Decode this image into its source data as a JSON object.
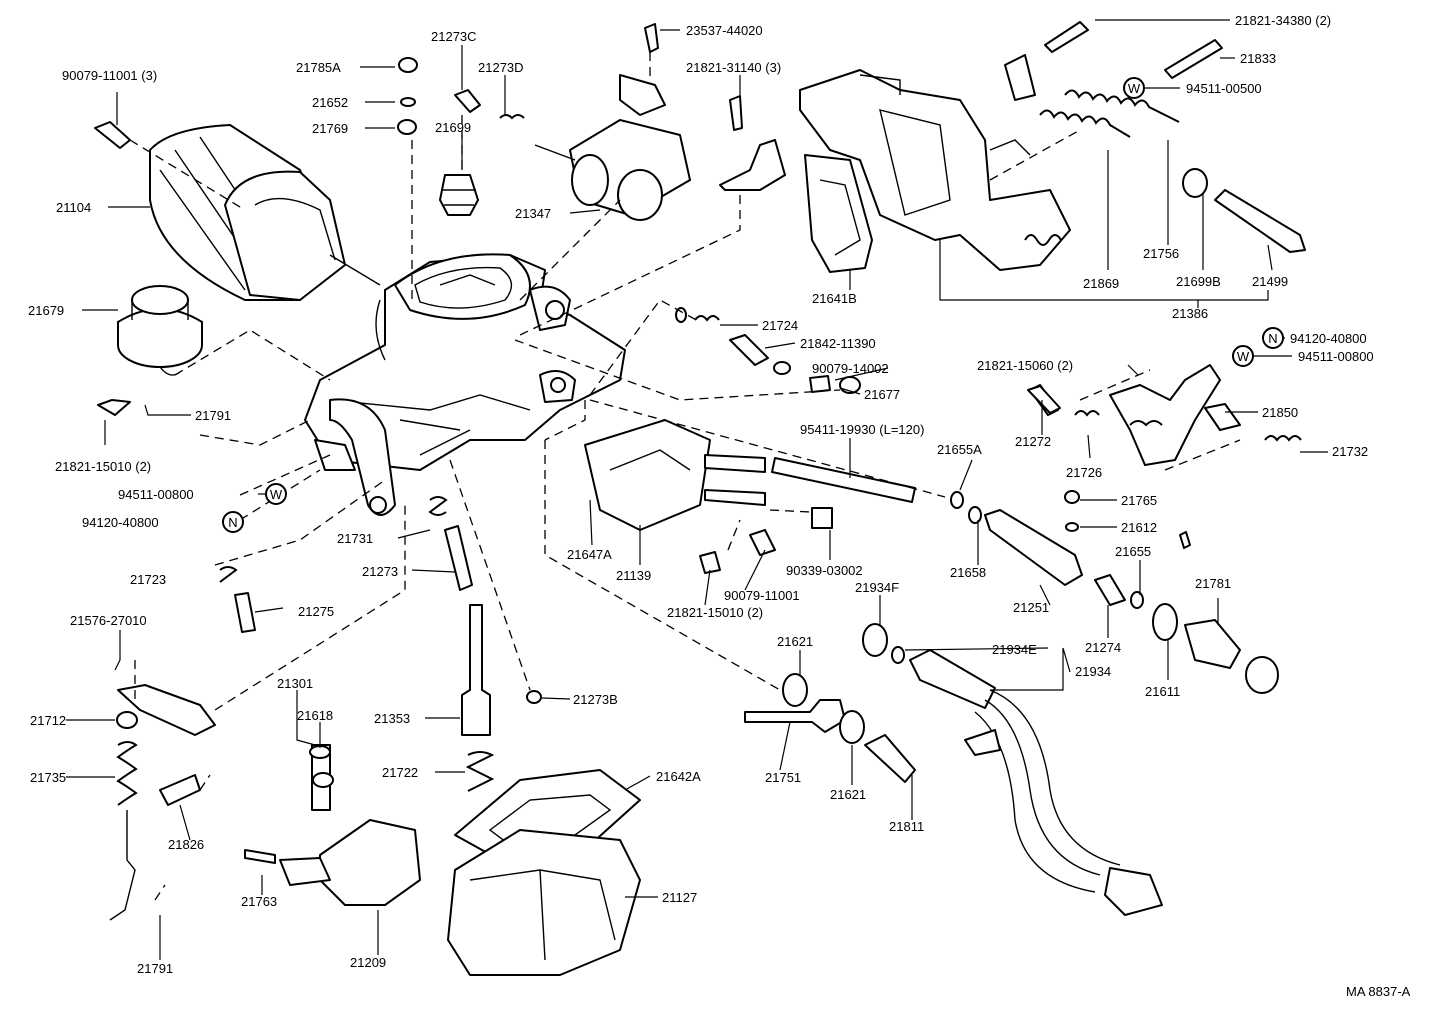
{
  "diagram": {
    "code": "MA 8837-A",
    "labels": [
      {
        "id": "l01",
        "text": "90079-11001 (3)"
      },
      {
        "id": "l02",
        "text": "21785A"
      },
      {
        "id": "l03",
        "text": "21273C"
      },
      {
        "id": "l04",
        "text": "21273D"
      },
      {
        "id": "l05",
        "text": "23537-44020"
      },
      {
        "id": "l06",
        "text": "21821-34380 (2)"
      },
      {
        "id": "l07",
        "text": "21833"
      },
      {
        "id": "l08",
        "text": "94511-00500"
      },
      {
        "id": "l09",
        "text": "21652"
      },
      {
        "id": "l10",
        "text": "21769"
      },
      {
        "id": "l11",
        "text": "21699"
      },
      {
        "id": "l12",
        "text": "21821-31140 (3)"
      },
      {
        "id": "l13",
        "text": "21104"
      },
      {
        "id": "l14",
        "text": "21347"
      },
      {
        "id": "l15",
        "text": "21756"
      },
      {
        "id": "l16",
        "text": "21869"
      },
      {
        "id": "l17",
        "text": "21699B"
      },
      {
        "id": "l18",
        "text": "21499"
      },
      {
        "id": "l19",
        "text": "21641B"
      },
      {
        "id": "l20",
        "text": "21386"
      },
      {
        "id": "l21",
        "text": "21679"
      },
      {
        "id": "l22",
        "text": "21724"
      },
      {
        "id": "l23",
        "text": "21842-11390"
      },
      {
        "id": "l24",
        "text": "94120-40800"
      },
      {
        "id": "l25",
        "text": "94511-00800"
      },
      {
        "id": "l26",
        "text": "90079-14002"
      },
      {
        "id": "l27",
        "text": "21821-15060 (2)"
      },
      {
        "id": "l28",
        "text": "21677"
      },
      {
        "id": "l29",
        "text": "21791"
      },
      {
        "id": "l30",
        "text": "21850"
      },
      {
        "id": "l31",
        "text": "21272"
      },
      {
        "id": "l32",
        "text": "95411-19930 (L=120)"
      },
      {
        "id": "l33",
        "text": "21821-15010 (2)"
      },
      {
        "id": "l34",
        "text": "21726"
      },
      {
        "id": "l35",
        "text": "21732"
      },
      {
        "id": "l36",
        "text": "21655A"
      },
      {
        "id": "l37",
        "text": "94511-00800"
      },
      {
        "id": "l38",
        "text": "21765"
      },
      {
        "id": "l39",
        "text": "94120-40800"
      },
      {
        "id": "l40",
        "text": "21612"
      },
      {
        "id": "l41",
        "text": "21731"
      },
      {
        "id": "l42",
        "text": "21647A"
      },
      {
        "id": "l43",
        "text": "21139"
      },
      {
        "id": "l44",
        "text": "21655"
      },
      {
        "id": "l45",
        "text": "21658"
      },
      {
        "id": "l46",
        "text": "90339-03002"
      },
      {
        "id": "l47",
        "text": "21781"
      },
      {
        "id": "l48",
        "text": "21723"
      },
      {
        "id": "l49",
        "text": "21273"
      },
      {
        "id": "l50",
        "text": "90079-11001"
      },
      {
        "id": "l51",
        "text": "21251"
      },
      {
        "id": "l52",
        "text": "21934F"
      },
      {
        "id": "l53",
        "text": "21821-15010 (2)"
      },
      {
        "id": "l54",
        "text": "21275"
      },
      {
        "id": "l55",
        "text": "21274"
      },
      {
        "id": "l56",
        "text": "21576-27010"
      },
      {
        "id": "l57",
        "text": "21621"
      },
      {
        "id": "l58",
        "text": "21934E"
      },
      {
        "id": "l59",
        "text": "21934"
      },
      {
        "id": "l60",
        "text": "21611"
      },
      {
        "id": "l61",
        "text": "21301"
      },
      {
        "id": "l62",
        "text": "21618"
      },
      {
        "id": "l63",
        "text": "21273B"
      },
      {
        "id": "l64",
        "text": "21712"
      },
      {
        "id": "l65",
        "text": "21353"
      },
      {
        "id": "l66",
        "text": "21735"
      },
      {
        "id": "l67",
        "text": "21751"
      },
      {
        "id": "l68",
        "text": "21722"
      },
      {
        "id": "l69",
        "text": "21642A"
      },
      {
        "id": "l70",
        "text": "21621"
      },
      {
        "id": "l71",
        "text": "21811"
      },
      {
        "id": "l72",
        "text": "21826"
      },
      {
        "id": "l73",
        "text": "21763"
      },
      {
        "id": "l74",
        "text": "21127"
      },
      {
        "id": "l75",
        "text": "21209"
      },
      {
        "id": "l76",
        "text": "21791"
      }
    ],
    "marks": {
      "n": "N",
      "w": "W"
    }
  }
}
